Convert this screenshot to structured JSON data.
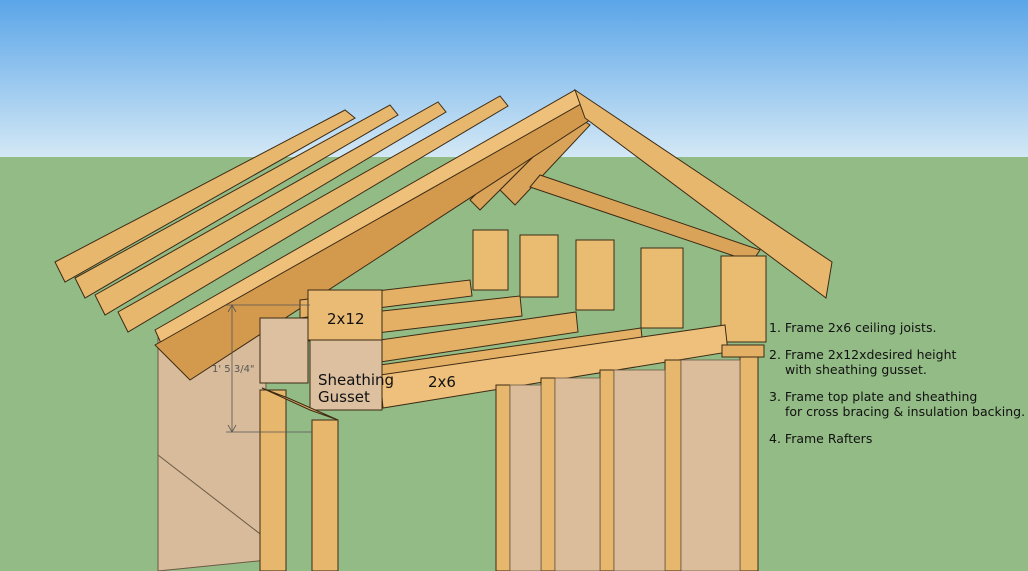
{
  "colors": {
    "sky_top": "#5aa5e8",
    "sky_bottom": "#d3e8f5",
    "ground": "#93bb86",
    "lumber": "#e6b66b",
    "lumber_dark": "#c99245",
    "plywood": "#dcc0a0"
  },
  "labels": {
    "gusset_2x12": "2x12",
    "sheathing": "Sheathing",
    "gusset": "Gusset",
    "top_plate": "2x6",
    "dimension": "1' 5 3/4\""
  },
  "steps": [
    {
      "number": "1.",
      "line1": "Frame 2x6 ceiling joists.",
      "line2": ""
    },
    {
      "number": "2.",
      "line1": "Frame 2x12xdesired height",
      "line2": "with sheathing gusset."
    },
    {
      "number": "3.",
      "line1": "Frame top plate and sheathing",
      "line2": "for cross bracing & insulation backing."
    },
    {
      "number": "4.",
      "line1": "Frame Rafters",
      "line2": ""
    }
  ]
}
